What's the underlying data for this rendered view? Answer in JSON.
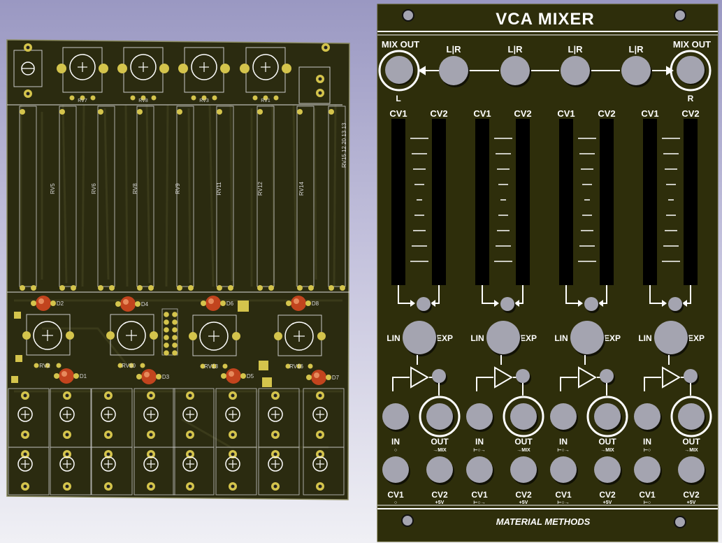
{
  "pcb": {
    "pot_labels_top": [
      "RV7",
      "RV8",
      "RV3",
      "RV1"
    ],
    "slider_labels": [
      "RV5",
      "RV6",
      "RV8",
      "RV9",
      "RV11",
      "RV12",
      "RV14"
    ],
    "side_label": "RV15 12 20 13 13",
    "led_labels": [
      "D2",
      "D4",
      "D6",
      "D8",
      "D1",
      "D3",
      "D5",
      "D7"
    ],
    "pot_labels_mid": [
      "RV2",
      "RV10",
      "RV13",
      "RV16"
    ]
  },
  "panel": {
    "title": "VCA MIXER",
    "mix_out_left": "MIX OUT",
    "mix_out_right": "MIX OUT",
    "lr_labels": [
      "L|R",
      "L|R",
      "L|R",
      "L|R"
    ],
    "left_marker": "L",
    "right_marker": "R",
    "brand": "MATERIAL METHODS",
    "channels": [
      {
        "cv1": "CV1",
        "cv2": "CV2",
        "lin": "LIN",
        "exp": "EXP",
        "in": "IN",
        "in_sub": "○",
        "out": "OUT",
        "out_sub": "→MIX",
        "bot_cv1": "CV1",
        "bot_cv1_sub": "○",
        "bot_cv2": "CV2",
        "bot_cv2_sub": "+5V"
      },
      {
        "cv1": "CV1",
        "cv2": "CV2",
        "lin": "LIN",
        "exp": "EXP",
        "in": "IN",
        "in_sub": "⊢○→",
        "out": "OUT",
        "out_sub": "→MIX",
        "bot_cv1": "CV1",
        "bot_cv1_sub": "⊢○→",
        "bot_cv2": "CV2",
        "bot_cv2_sub": "+5V"
      },
      {
        "cv1": "CV1",
        "cv2": "CV2",
        "lin": "LIN",
        "exp": "EXP",
        "in": "IN",
        "in_sub": "⊢○→",
        "out": "OUT",
        "out_sub": "→MIX",
        "bot_cv1": "CV1",
        "bot_cv1_sub": "⊢○→",
        "bot_cv2": "CV2",
        "bot_cv2_sub": "+5V"
      },
      {
        "cv1": "CV1",
        "cv2": "CV2",
        "lin": "LIN",
        "exp": "EXP",
        "in": "IN",
        "in_sub": "⊢○",
        "out": "OUT",
        "out_sub": "→MIX",
        "bot_cv1": "CV1",
        "bot_cv1_sub": "⊢○",
        "bot_cv2": "CV2",
        "bot_cv2_sub": "+5V"
      }
    ]
  },
  "colors": {
    "panel_bg": "#2e2e0b",
    "pcb_bg": "#2b2b10",
    "pad": "#d4c44c",
    "led": "#c2441e",
    "knob": "#a4a4b0"
  }
}
